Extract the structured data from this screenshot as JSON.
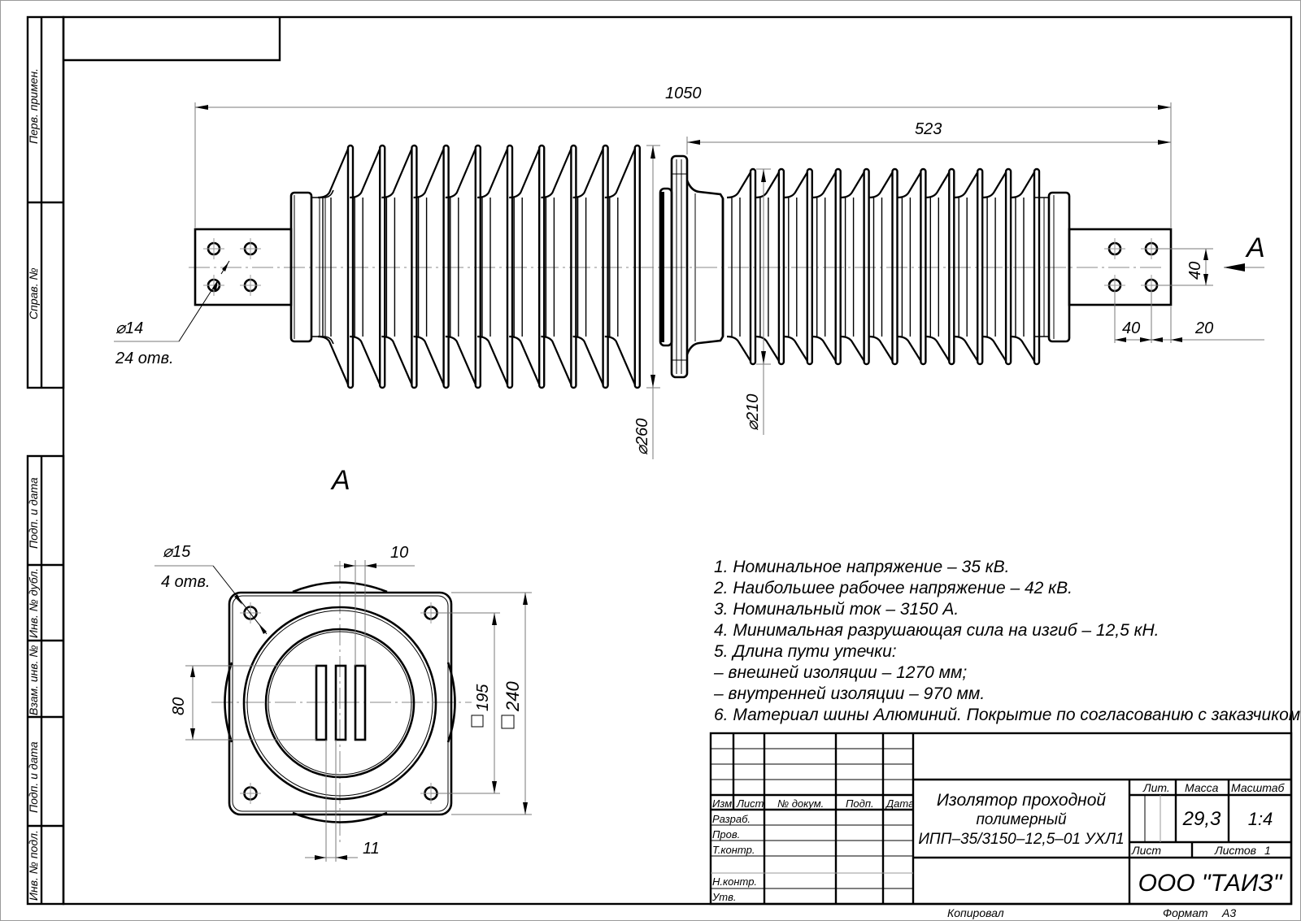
{
  "sheet": {
    "side_stamp": {
      "top": [
        "Перв. примен.",
        "Справ. №"
      ],
      "bottom": [
        "Подп. и дата",
        "Инв. № дубл.",
        "Взам. инв. №",
        "Подп. и дата",
        "Инв. № подл."
      ]
    },
    "footer": {
      "copied": "Копировал",
      "format_label": "Формат",
      "format_value": "А3"
    }
  },
  "main_view": {
    "dims": {
      "overall_length": "1050",
      "right_length": "523",
      "hole_dia": "⌀14",
      "hole_count": "24 отв.",
      "dia_large": "⌀260",
      "dia_small": "⌀210",
      "hole_spacing_v": "40",
      "hole_spacing_h": "40",
      "edge_offset": "20"
    },
    "view_arrow_label": "А"
  },
  "view_a": {
    "title": "А",
    "dims": {
      "hole_dia": "⌀15",
      "hole_count": "4 отв.",
      "bar_thickness": "10",
      "bar_gap": "11",
      "bar_height": "80",
      "hole_pitch": "195",
      "flange_size": "240",
      "square_sign": "□"
    }
  },
  "notes": [
    "1. Номинальное напряжение – 35 кВ.",
    "2. Наибольшее рабочее напряжение – 42 кВ.",
    "3. Номинальный ток – 3150 А.",
    "4. Минимальная разрушающая сила на изгиб – 12,5 кН.",
    "5.  Длина пути утечки:",
    "– внешней изоляции – 1270 мм;",
    "– внутренней изоляции – 970 мм.",
    "6. Материал шины Алюминий. Покрытие по согласованию с заказчиком"
  ],
  "title_block": {
    "col_headers": [
      "Изм.",
      "Лист",
      "№ докум.",
      "Подп.",
      "Дата"
    ],
    "roles": [
      "Разраб.",
      "Пров.",
      "Т.контр.",
      "",
      "Н.контр.",
      "Утв."
    ],
    "designation": [
      "Изолятор проходной",
      "полимерный",
      "ИПП–35/3150–12,5–01 УХЛ1"
    ],
    "lit_label": "Лит.",
    "mass_label": "Масса",
    "scale_label": "Масштаб",
    "mass_value": "29,3",
    "scale_value": "1:4",
    "sheet_label": "Лист",
    "sheets_label": "Листов",
    "sheets_value": "1",
    "company": "ООО \"ТАИЗ\""
  }
}
